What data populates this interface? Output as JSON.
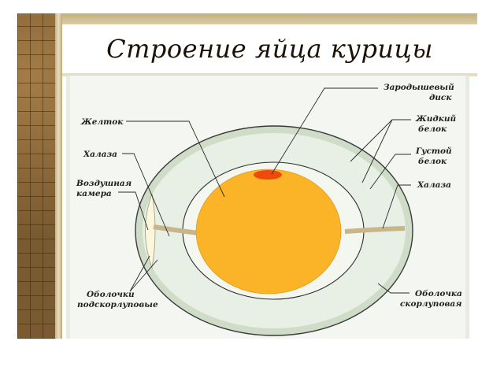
{
  "title": "Строение яйца курицы",
  "labels": {
    "yolk": "Желток",
    "chalaza_left": "Халаза",
    "air_cell_1": "Воздушная",
    "air_cell_2": "камера",
    "membranes_1": "Оболочки",
    "membranes_2": "подскорлуповые",
    "germ_disc_1": "Зародышевый",
    "germ_disc_2": "диск",
    "thin_albumen_1": "Жидкий",
    "thin_albumen_2": "белок",
    "thick_albumen_1": "Густой",
    "thick_albumen_2": "белок",
    "chalaza_right": "Халаза",
    "shell_membrane_1": "Оболочка",
    "shell_membrane_2": "скорлуповая"
  },
  "colors": {
    "yolk": "#fbb327",
    "germ_disc": "#ee4a0e",
    "shell": "#cfdcc8",
    "albumen": "#edf3ea",
    "air_cell": "#fbf6dc",
    "chalaza": "#c8b58a",
    "background_strip": "#7a5a31"
  }
}
